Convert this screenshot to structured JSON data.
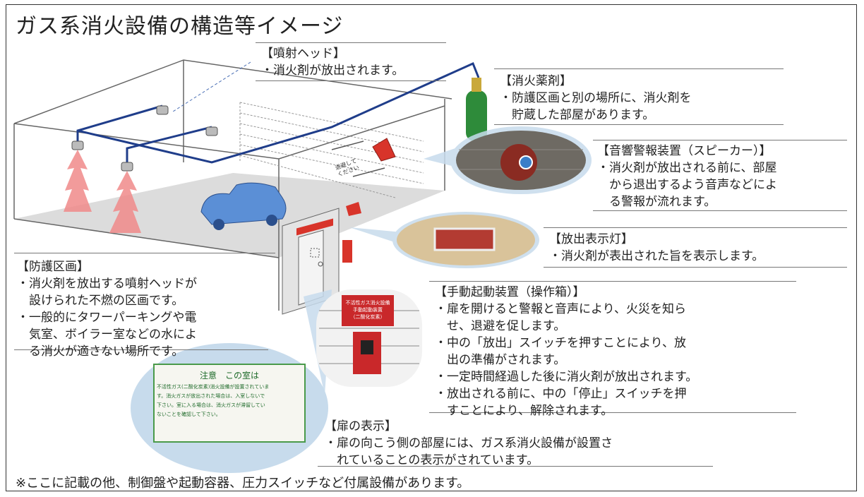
{
  "title": "ガス系消火設備の構造等イメージ",
  "labels": {
    "nozzle": {
      "heading": "【噴射ヘッド】",
      "lines": [
        "・消火剤が放出されます。"
      ]
    },
    "agent": {
      "heading": "【消火薬剤】",
      "lines": [
        "・防護区画と別の場所に、消火剤を",
        "　貯蔵した部屋があります。"
      ]
    },
    "alarm": {
      "heading": "【音響警報装置（スピーカー）】",
      "lines": [
        "・消火剤が放出される前に、部屋",
        "　から退出するよう音声などによ",
        "　る警報が流れます。"
      ]
    },
    "lamp": {
      "heading": "【放出表示灯】",
      "lines": [
        "・消火剤が表出された旨を表示します。"
      ]
    },
    "zone": {
      "heading": "【防護区画】",
      "lines": [
        "・消火剤を放出する噴射ヘッドが",
        "　設けられた不燃の区画です。",
        "・一般的にタワーパーキングや電",
        "　気室、ボイラー室などの水によ",
        "　る消火が適さない場所です。"
      ]
    },
    "manual": {
      "heading": "【手動起動装置（操作箱）】",
      "lines": [
        "・扉を開けると警報と音声により、火災を知ら",
        "　せ、退避を促します。",
        "・中の「放出」スイッチを押すことにより、放",
        "　出の準備がされます。",
        "・一定時間経過した後に消火剤が放出されます。",
        "・放出される前に、中の「停止」スイッチを押",
        "　すことにより、解除されます。"
      ]
    },
    "door": {
      "heading": "【扉の表示】",
      "lines": [
        "・扉の向こう側の部屋には、ガス系消火設備が設置さ",
        "　れていることの表示がされています。"
      ]
    }
  },
  "evacuate_sign": [
    "退避して",
    "ください"
  ],
  "box_sign": [
    "不活性ガス消火設備",
    "手動起動装置",
    "（二酸化炭素）"
  ],
  "door_sign": {
    "title": "注意　この室は",
    "body": [
      "不活性ガス(二酸化炭素)消火設備が設置されていま",
      "す。消火ガスが放出された場合は、入室しないで",
      "下さい。室に入る場合は、消火ガスが滞留してい",
      "ないことを確認して下さい。"
    ]
  },
  "footer": "※ここに記載の他、制御盤や起動容器、圧力スイッチなど付属設備があります。",
  "colors": {
    "pipe": "#1f3d8a",
    "cylinder": "#2e8b3a",
    "red": "#d8342a",
    "spray": "#f08a8a",
    "bubble": "#c7dbec"
  }
}
